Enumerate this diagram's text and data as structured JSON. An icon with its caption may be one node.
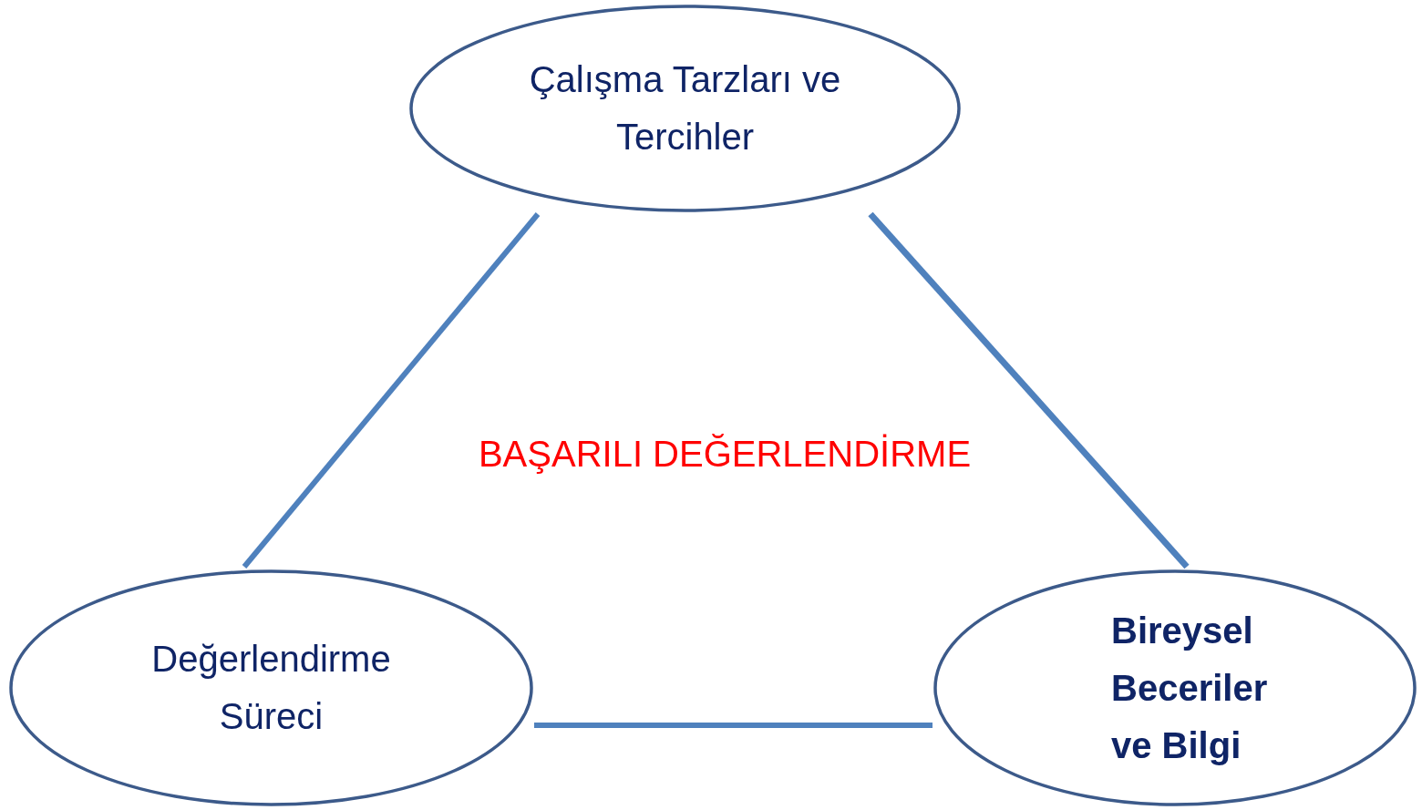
{
  "diagram": {
    "nodes": [
      {
        "text": [
          "Çalışma Tarzları ve Tercihler"
        ]
      },
      {
        "text": [
          "Değerlendirme Süreci"
        ]
      },
      {
        "text": [
          "Bireysel Beceriler ve Bilgi"
        ]
      }
    ],
    "edges": [
      {
        "from": 0,
        "to": 1,
        "arrow": "none"
      },
      {
        "from": 0,
        "to": 2,
        "arrow": "none"
      },
      {
        "from": 1,
        "to": 2,
        "arrow": "none"
      }
    ],
    "labels": [
      "BAŞARILI DEĞERLENDİRME"
    ]
  }
}
